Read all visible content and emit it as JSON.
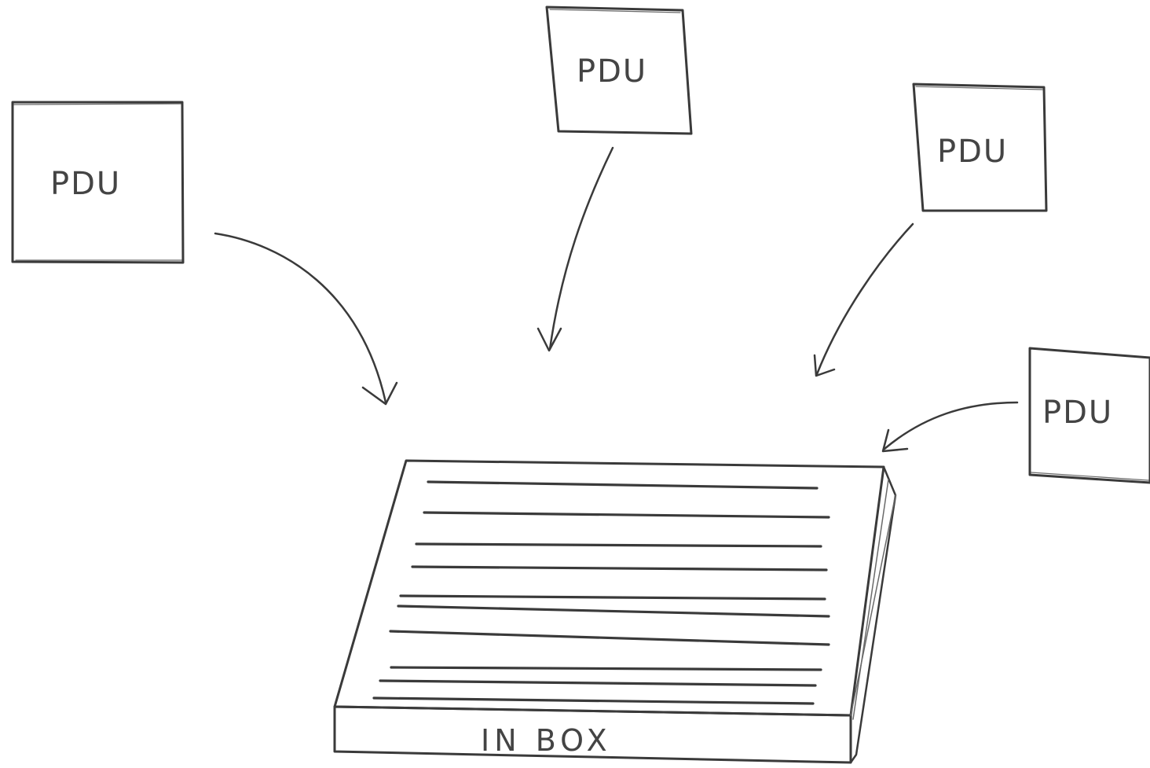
{
  "diagram": {
    "pdus": [
      {
        "label": "PDU"
      },
      {
        "label": "PDU"
      },
      {
        "label": "PDU"
      },
      {
        "label": "PDU"
      }
    ],
    "inbox": {
      "label": "IN BOX"
    }
  }
}
